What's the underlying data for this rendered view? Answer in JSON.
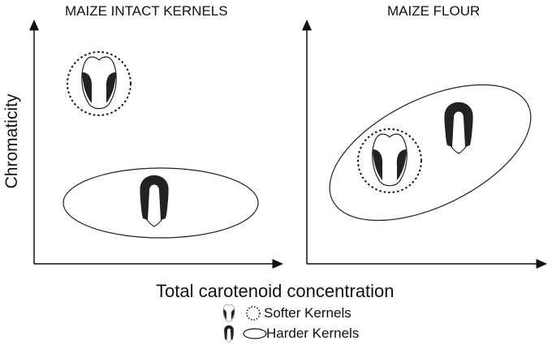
{
  "panels": [
    {
      "title": "MAIZE INTACT KERNELS"
    },
    {
      "title": "MAIZE FLOUR"
    }
  ],
  "axes": {
    "ylabel": "Chromaticity",
    "xlabel": "Total carotenoid concentration"
  },
  "legend": [
    {
      "label": "Softer Kernels"
    },
    {
      "label": "Harder Kernels"
    }
  ]
}
